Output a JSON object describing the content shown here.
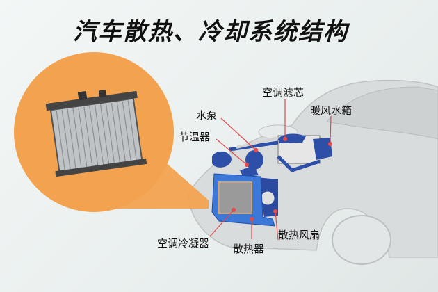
{
  "title": "汽车散热、冷却系统结构",
  "labels": {
    "ac_filter": "空调滤芯",
    "heater_core": "暖风水箱",
    "water_pump": "水泵",
    "thermostat": "节温器",
    "ac_condenser": "空调冷凝器",
    "radiator": "散热器",
    "cooling_fan": "散热风扇"
  },
  "colors": {
    "callout_orange": "#f3a24f",
    "component_blue": "#2e4fa8",
    "radiator_blue": "#3b78d8",
    "leader_red": "#e04a4a"
  }
}
